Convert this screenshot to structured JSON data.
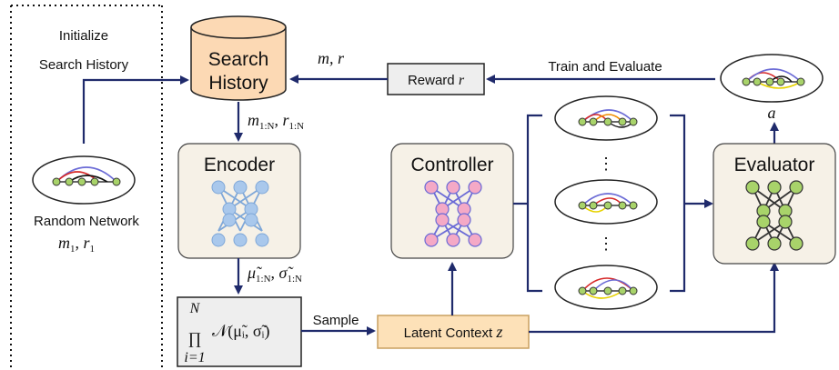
{
  "labels": {
    "initialize_line1": "Initialize",
    "initialize_line2": "Search History",
    "search_history_line1": "Search",
    "search_history_line2": "History",
    "m_r_feedback": "m, r",
    "reward_prefix": "Reward",
    "reward_var": "r",
    "train_and_evaluate": "Train and Evaluate",
    "action": "a",
    "history_samples_m": "m",
    "history_samples_m_sub": "1:N",
    "history_samples_r": "r",
    "history_samples_r_sub": "1:N",
    "encoder": "Encoder",
    "controller": "Controller",
    "evaluator": "Evaluator",
    "random_network": "Random Network",
    "random_network_m": "m",
    "random_network_m_sub": "1",
    "random_network_r": "r",
    "random_network_r_sub": "1",
    "mu_tilde": "μ̃",
    "mu_sub": "1:N",
    "sigma_tilde": "σ̃",
    "sigma_sub": "1:N",
    "product_upper": "N",
    "product_symbol": "∏",
    "product_lower": "i=1",
    "gaussian_expr": "𝒩(μ̃ᵢ, σ̃ᵢ)",
    "sample": "Sample",
    "latent_context_prefix": "Latent Context",
    "latent_context_var": "z",
    "vertical_ellipsis_1": "⋮",
    "vertical_ellipsis_2": "⋮"
  },
  "colors": {
    "connector": "#1f2a6b",
    "search_history_fill": "#fcd9b4",
    "module_fill": "#f6f1e7",
    "reward_fill": "#eeeeee",
    "latent_fill": "#fde1b8",
    "encoder_nodes": "#a9c8ec",
    "controller_nodes": "#f4a9c6",
    "evaluator_nodes": "#a8d36a"
  }
}
